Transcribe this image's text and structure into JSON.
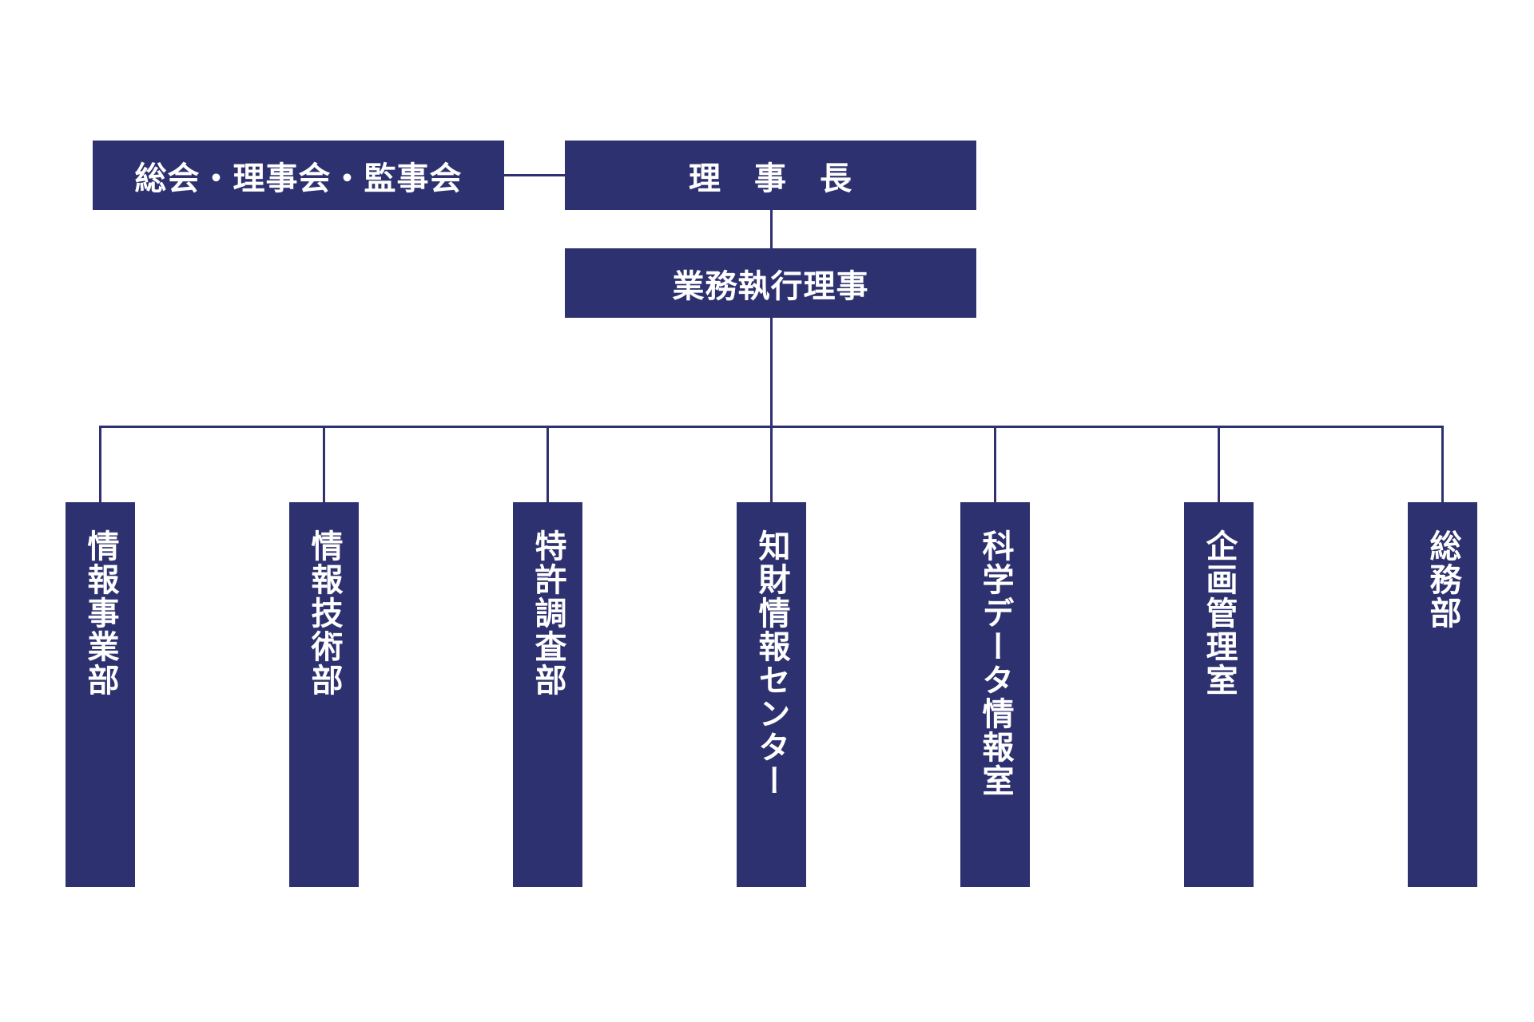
{
  "top": {
    "assembly_label": "総会・理事会・監事会",
    "chairman_label": "理　事　長",
    "executive_label": "業務執行理事"
  },
  "departments": [
    {
      "label": "情報事業部"
    },
    {
      "label": "情報技術部"
    },
    {
      "label": "特許調査部"
    },
    {
      "label": "知財情報センター"
    },
    {
      "label": "科学データ情報室"
    },
    {
      "label": "企画管理室"
    },
    {
      "label": "総務部"
    }
  ],
  "colors": {
    "box_fill": "#2e3170",
    "text": "#ffffff",
    "connector": "#2e3170",
    "background": "#ffffff"
  }
}
